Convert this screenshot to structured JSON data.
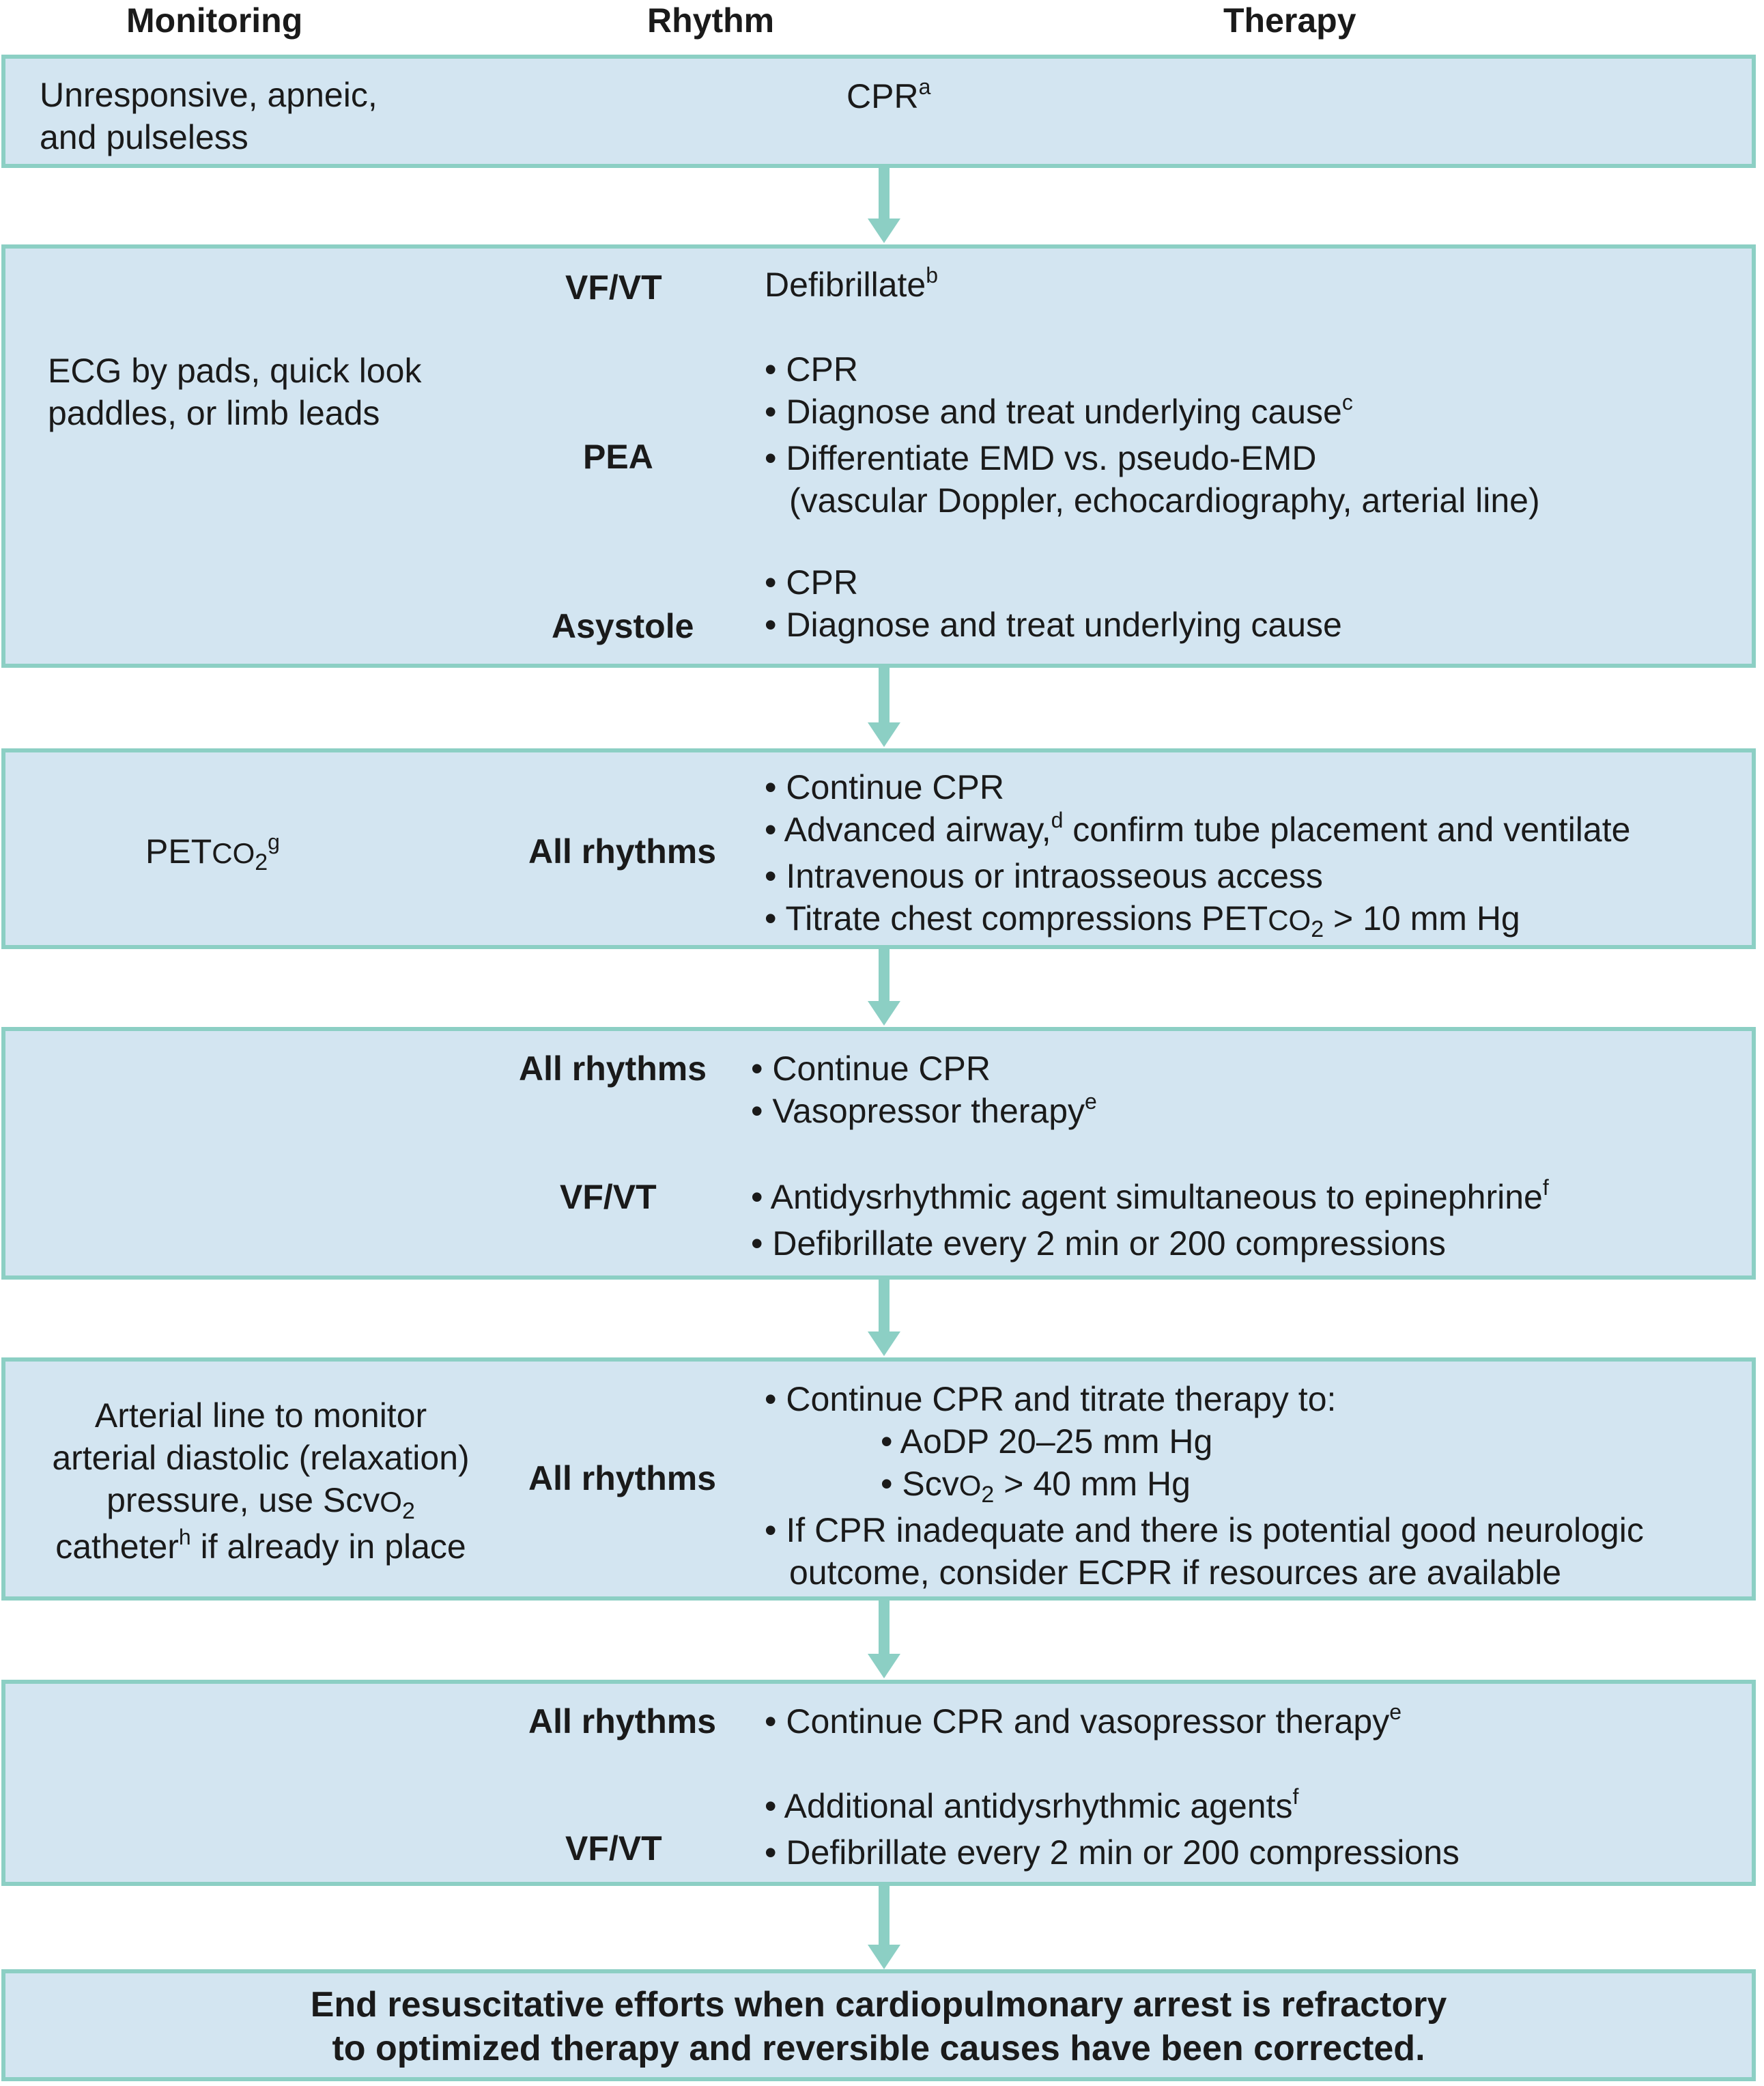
{
  "headers": {
    "monitoring": "Monitoring",
    "rhythm": "Rhythm",
    "therapy": "Therapy"
  },
  "box1": {
    "monitoring": [
      "Unresponsive, apneic,",
      "and pulseless"
    ],
    "therapy": "CPR",
    "therapy_sup": "a"
  },
  "box2": {
    "monitoring": [
      "ECG by pads, quick look",
      "paddles, or limb leads"
    ],
    "vfvt": {
      "rhythm": "VF/VT",
      "therapy": "Defibrillate",
      "sup": "b"
    },
    "pea": {
      "rhythm": "PEA",
      "l1": "• CPR",
      "l2": "• Diagnose and treat underlying cause",
      "l2_sup": "c",
      "l3": "• Differentiate EMD vs. pseudo-EMD",
      "l4": "(vascular Doppler, echocardiography, arterial line)"
    },
    "asystole": {
      "rhythm": "Asystole",
      "l1": "• CPR",
      "l2": "• Diagnose and treat underlying cause"
    }
  },
  "box3": {
    "monitoring_a": "PET",
    "monitoring_b": "CO",
    "monitoring_c": "2",
    "monitoring_sup": "g",
    "rhythm": "All rhythms",
    "l1": "• Continue CPR",
    "l2a": "• Advanced airway,",
    "l2_sup": "d",
    "l2b": " confirm tube placement and ventilate",
    "l3": "• Intravenous or intraosseous access",
    "l4a": "• Titrate chest compressions PET",
    "l4b": "CO",
    "l4c": "2",
    "l4d": " > 10 mm Hg"
  },
  "box4": {
    "rhythm1": "All rhythms",
    "l1": "• Continue CPR",
    "l2": "• Vasopressor therapy",
    "l2_sup": "e",
    "rhythm2": "VF/VT",
    "l3": "• Antidysrhythmic agent simultaneous to epinephrine",
    "l3_sup": "f",
    "l4": "• Defibrillate every 2 min or 200 compressions"
  },
  "box5": {
    "m1": "Arterial line to monitor",
    "m2": "arterial diastolic (relaxation)",
    "m3a": "pressure, use Scv",
    "m3b": "O",
    "m3c": "2",
    "m4a": "catheter",
    "m4_sup": "h",
    "m4b": " if already in place",
    "rhythm": "All rhythms",
    "l1": "• Continue CPR and titrate therapy to:",
    "l2": "• AoDP 20–25 mm Hg",
    "l3a": "• Scv",
    "l3b": "O",
    "l3c": "2",
    "l3d": " > 40 mm Hg",
    "l4": "• If CPR inadequate and there is potential good neurologic",
    "l5": "outcome, consider ECPR if resources are available"
  },
  "box6": {
    "rhythm1": "All rhythms",
    "l1": "• Continue CPR and vasopressor therapy",
    "l1_sup": "e",
    "l2": "• Additional antidysrhythmic agents",
    "l2_sup": "f",
    "rhythm2": "VF/VT",
    "l3": "• Defibrillate every 2 min or 200 compressions"
  },
  "box7": {
    "l1": "End resuscitative efforts when cardiopulmonary arrest is refractory",
    "l2": "to optimized therapy and reversible causes have been corrected."
  },
  "colors": {
    "box_fill": "#d3e5f1",
    "box_border": "#8ccfc4",
    "arrow": "#8ccfc4"
  }
}
